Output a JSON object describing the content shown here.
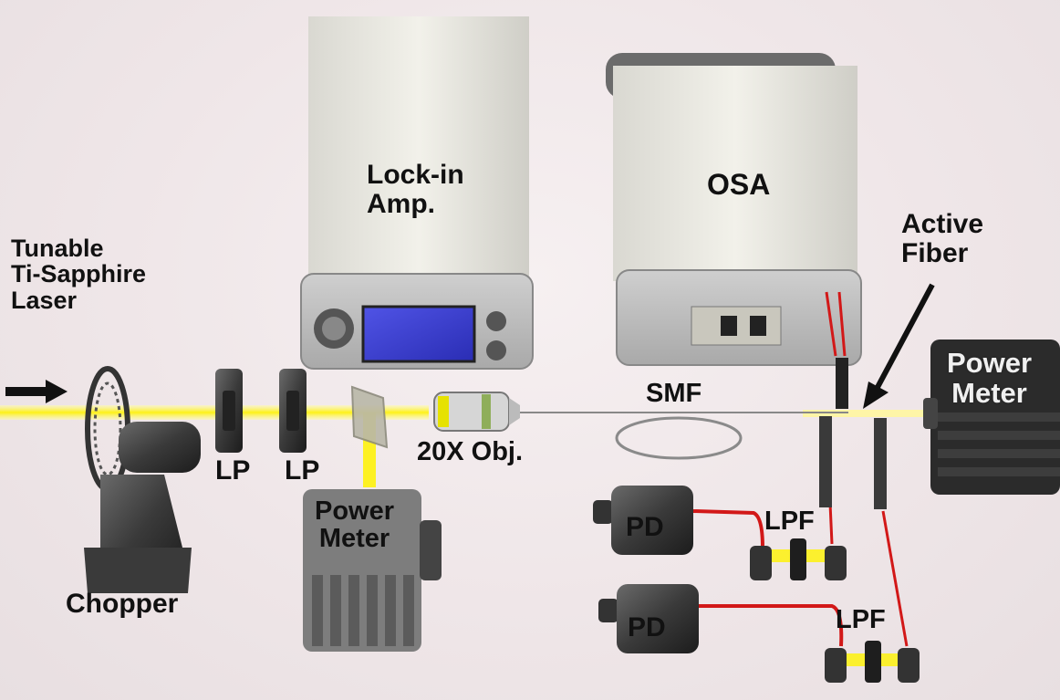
{
  "labels": {
    "laser": [
      "Tunable",
      "Ti-Sapphire",
      "Laser"
    ],
    "chopper": "Chopper",
    "lp1": "LP",
    "lp2": "LP",
    "lockin": [
      "Lock-in",
      "Amp."
    ],
    "osa": "OSA",
    "objective": "20X Obj.",
    "smf": "SMF",
    "active_fiber": [
      "Active",
      "Fiber"
    ],
    "power_meter_left": [
      "Power",
      "Meter"
    ],
    "power_meter_right": [
      "Power",
      "Meter"
    ],
    "pd_top": "PD",
    "pd_bottom": "PD",
    "lpf_top": "LPF",
    "lpf_bottom": "LPF"
  },
  "colors": {
    "beam": "#fff200",
    "fiber_red": "#d21818",
    "housing_dark": "#2e2e2e",
    "instrument_body": "#ecebe4",
    "screen": "#3a3ed0"
  }
}
